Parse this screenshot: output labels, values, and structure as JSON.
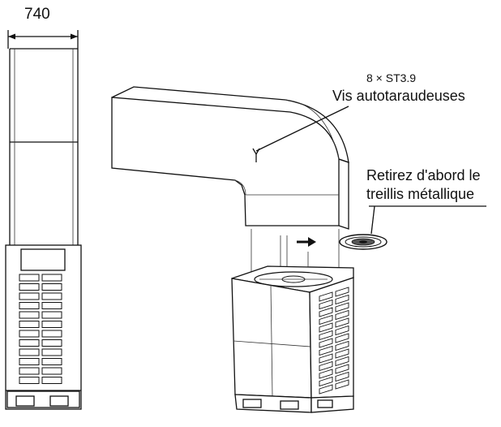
{
  "dimension": {
    "value": "740"
  },
  "callouts": {
    "screw_spec": "8 × ST3.9",
    "screw_desc": "Vis autotaraudeuses",
    "remove_line1": "Retirez d'abord le",
    "remove_line2": "treillis métallique"
  }
}
